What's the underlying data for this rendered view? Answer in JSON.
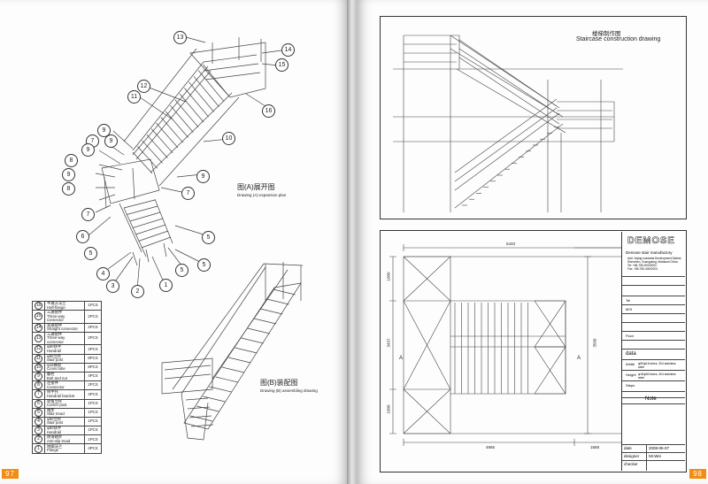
{
  "left_page": {
    "figure_a": {
      "title_cn": "图(A)展开图",
      "title_en": "Drawing (A) expansion plan"
    },
    "figure_b": {
      "title_cn": "图(B)装配图",
      "title_en": "Drawing (B) assembling drawing"
    },
    "callouts": [
      "13",
      "14",
      "15",
      "16",
      "12",
      "11",
      "10",
      "9",
      "9",
      "7",
      "9",
      "8",
      "9",
      "8",
      "7",
      "6",
      "5",
      "7",
      "5",
      "4",
      "3",
      "2",
      "1",
      "5",
      "9",
      "5"
    ],
    "parts_table": [
      {
        "no": "16",
        "name_cn": "半通方法兰",
        "name_en": "Half-flange",
        "qty": "1PCS"
      },
      {
        "no": "15",
        "name_cn": "三通管件",
        "name_en": "Three-way connector",
        "qty": "2PCS"
      },
      {
        "no": "14",
        "name_cn": "直通管件",
        "name_en": "Straight connector",
        "qty": "2PCS"
      },
      {
        "no": "13",
        "name_cn": "三通管件",
        "name_en": "Three-way connector",
        "qty": "2PCS"
      },
      {
        "no": "12",
        "name_cn": "φ50扶手",
        "name_en": "Handrail",
        "qty": "2PCS"
      },
      {
        "no": "11",
        "name_cn": "φ50立柱",
        "name_en": "Stair post",
        "qty": "8PCS"
      },
      {
        "no": "10",
        "name_cn": "φ16横管",
        "name_en": "Cross tube",
        "qty": "8PCS"
      },
      {
        "no": "9",
        "name_cn": "螺栓",
        "name_en": "Bolt and nut",
        "qty": "4PCS"
      },
      {
        "no": "8",
        "name_cn": "连接件",
        "name_en": "Connector",
        "qty": "2PCS"
      },
      {
        "no": "7",
        "name_cn": "扶手托",
        "name_en": "Handrail bracket",
        "qty": "4PCS"
      },
      {
        "no": "6",
        "name_cn": "转角立柱",
        "name_en": "Corner post",
        "qty": "1PCS"
      },
      {
        "no": "5",
        "name_cn": "踏步",
        "name_en": "Stair tread",
        "qty": "1PCS"
      },
      {
        "no": "4",
        "name_cn": "φ50立柱",
        "name_en": "Stair post",
        "qty": "1PCS"
      },
      {
        "no": "3",
        "name_cn": "φ50扶手",
        "name_en": "Handrail",
        "qty": "1PCS"
      },
      {
        "no": "2",
        "name_cn": "防滑踏步",
        "name_en": "Anti-slip tread",
        "qty": "1PCS"
      },
      {
        "no": "1",
        "name_cn": "地脚法兰",
        "name_en": "Flange",
        "qty": "4PCS"
      }
    ],
    "page_number": "97"
  },
  "right_page": {
    "elevation": {
      "title_cn": "楼梯制作图",
      "title_en": "Staircase construction drawing"
    },
    "plan": {
      "dim_top": "6433",
      "dim_bottom_left": "4865",
      "dim_bottom_right": "1568",
      "dim_right": "3566",
      "dim_left_1": "1000",
      "dim_left_2": "3437",
      "dim_left_3": "1000",
      "section_mark": "A"
    },
    "title_block": {
      "logo": "DEMOSE",
      "company": "Demose stair manufactory",
      "address_lines": [
        "Add: Xiqing Industrial Development District,",
        "Shenzhen, Guangdong, Mainland China",
        "Tel: +86-755-40000000",
        "Fax: +86-755-40000001"
      ],
      "data_label": "data",
      "rows": [
        "Tel",
        "M/S",
        "Floor",
        "Width",
        "Height",
        "Steps"
      ],
      "spec_1": "φ50/φ16 tubes, 304 stainless steel",
      "spec_2": "φ16/φ50 tubes, 304 stainless steel",
      "note_label": "Note",
      "date_label": "date",
      "date_value": "2008-06-07",
      "designer_label": "designer",
      "designer_value": "Mr.Wei",
      "checker_label": "checker"
    },
    "page_number": "98"
  },
  "colors": {
    "page_number_bg": "#f28c12",
    "line": "#333333"
  }
}
